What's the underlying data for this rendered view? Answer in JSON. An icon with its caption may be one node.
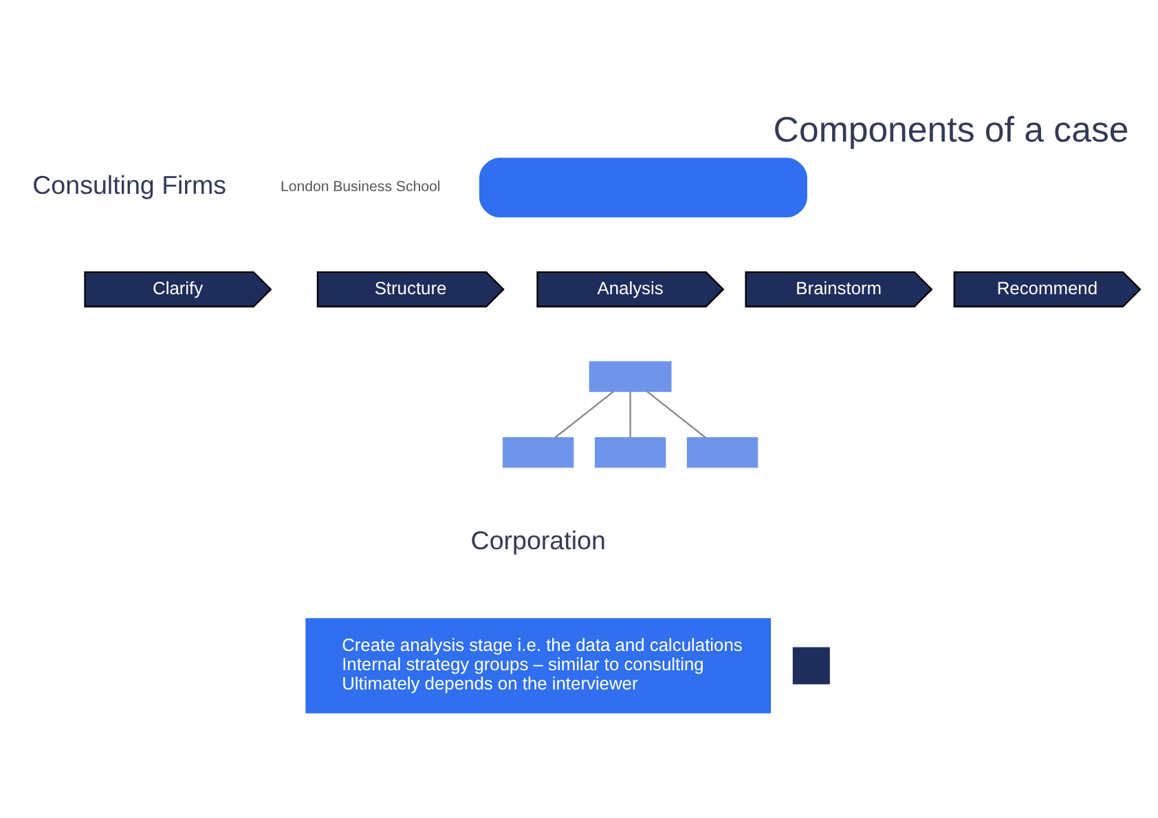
{
  "diagram": {
    "title": "Components of a case",
    "nodes": [
      {
        "text": [
          "Consulting Firms"
        ]
      },
      {
        "text": [],
        "shape": "box"
      },
      {
        "text": [
          "Clarify"
        ]
      },
      {
        "text": [
          "Structure"
        ]
      },
      {
        "text": [
          "Analysis"
        ]
      },
      {
        "text": [
          "Brainstorm"
        ]
      },
      {
        "text": [
          "Recommend"
        ]
      },
      {
        "text": [],
        "shape": "box"
      },
      {
        "text": [],
        "shape": "box"
      },
      {
        "text": [],
        "shape": "box"
      },
      {
        "text": [],
        "shape": "box"
      },
      {
        "text": [
          "Corporation"
        ]
      },
      {
        "text": [
          "Create analysis stage i.e. the data and calculations",
          "Internal strategy groups – similar to consulting",
          "Ultimately depends on the interviewer"
        ]
      },
      {
        "text": [],
        "shape": "box"
      }
    ],
    "edges": [
      {
        "from": 7,
        "to": 8,
        "arrow": "none"
      },
      {
        "from": 7,
        "to": 9,
        "arrow": "none"
      },
      {
        "from": 7,
        "to": 10,
        "arrow": "none"
      }
    ],
    "labels": [
      "London Business School"
    ]
  }
}
